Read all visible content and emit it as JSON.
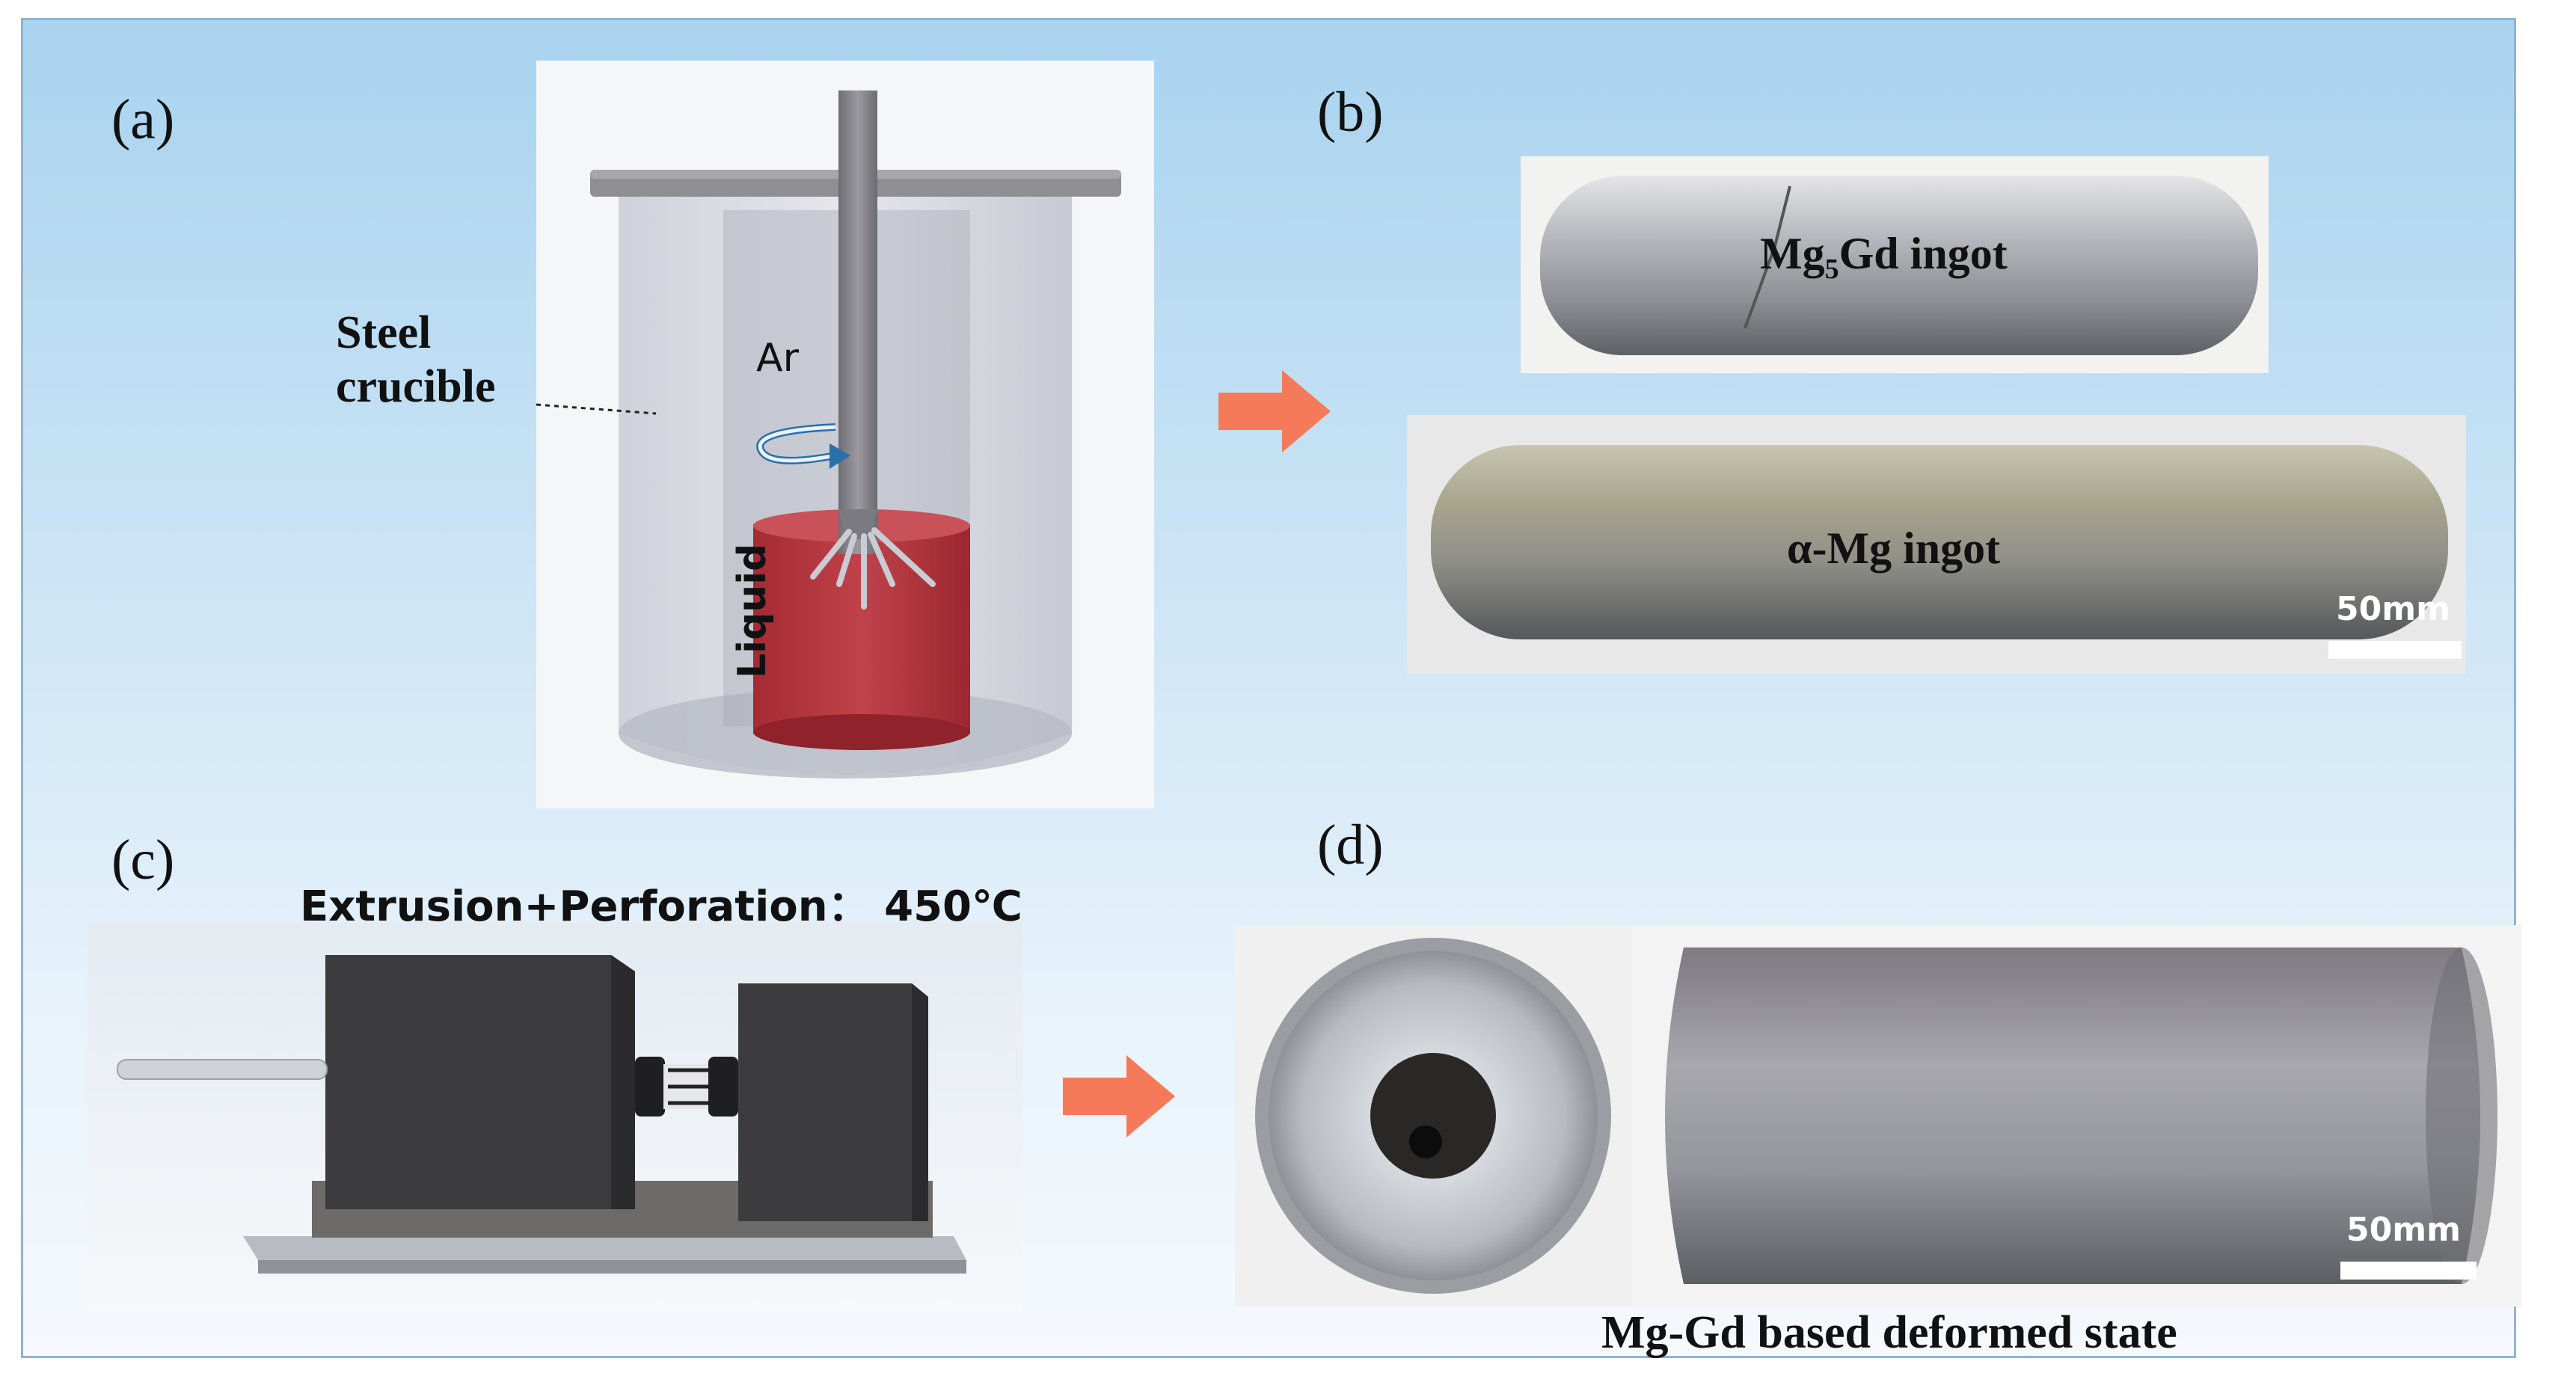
{
  "panels": {
    "a": {
      "label": "(a)",
      "crucible_label_line1": "Steel",
      "crucible_label_line2": "crucible",
      "gas_label": "Ar",
      "liquid_label": "Liquid"
    },
    "b": {
      "label": "(b)",
      "ingot_top_label_main": "Mg",
      "ingot_top_label_sub": "5",
      "ingot_top_label_rest": "Gd ingot",
      "ingot_bottom_label": "α-Mg ingot",
      "scale_label": "50mm"
    },
    "c": {
      "label": "(c)",
      "process_title": "Extrusion+Perforation：  450℃"
    },
    "d": {
      "label": "(d)",
      "scale_label": "50mm",
      "caption": "Mg-Gd based deformed state"
    }
  },
  "colors": {
    "background_gradient_top": "#a9d3ef",
    "arrow": "#f57a5a",
    "liquid": "#b3323c",
    "machine_block": "#3c3c3e"
  },
  "icons": {
    "arrow_ab": "right-arrow-icon",
    "arrow_cd": "right-arrow-icon",
    "rotation": "rotation-arrow-icon"
  }
}
